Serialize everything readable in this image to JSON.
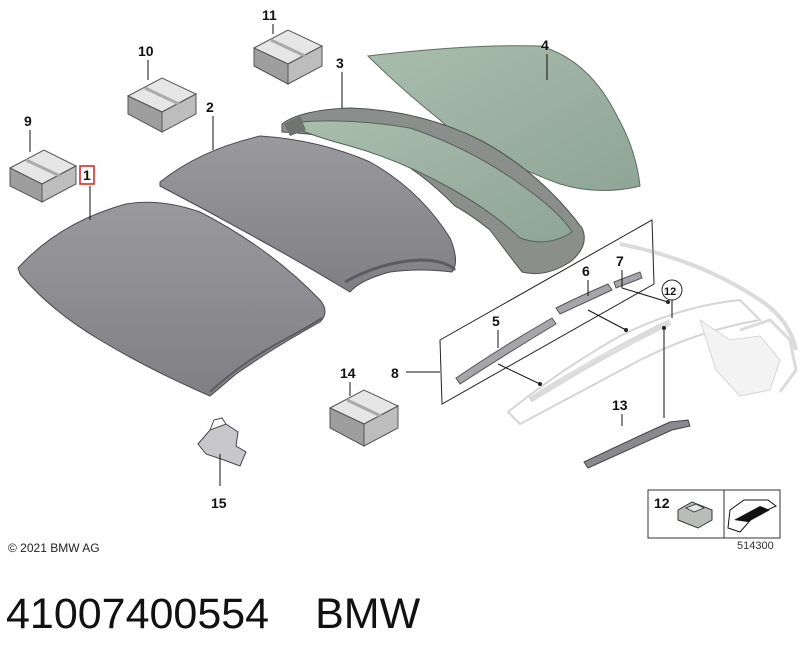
{
  "callouts": [
    "1",
    "2",
    "3",
    "4",
    "5",
    "6",
    "7",
    "8",
    "9",
    "10",
    "11",
    "12",
    "13",
    "14",
    "15"
  ],
  "copyright": "© 2021 BMW AG",
  "diagram_code": "514300",
  "part_number": "41007400554",
  "brand": "BMW",
  "legend_box_label": "12",
  "colors": {
    "roof_panel": "#8e8e92",
    "glass": "#9fb3a3",
    "box_top": "#dcdcdc",
    "highlight_box": "#d32020"
  }
}
